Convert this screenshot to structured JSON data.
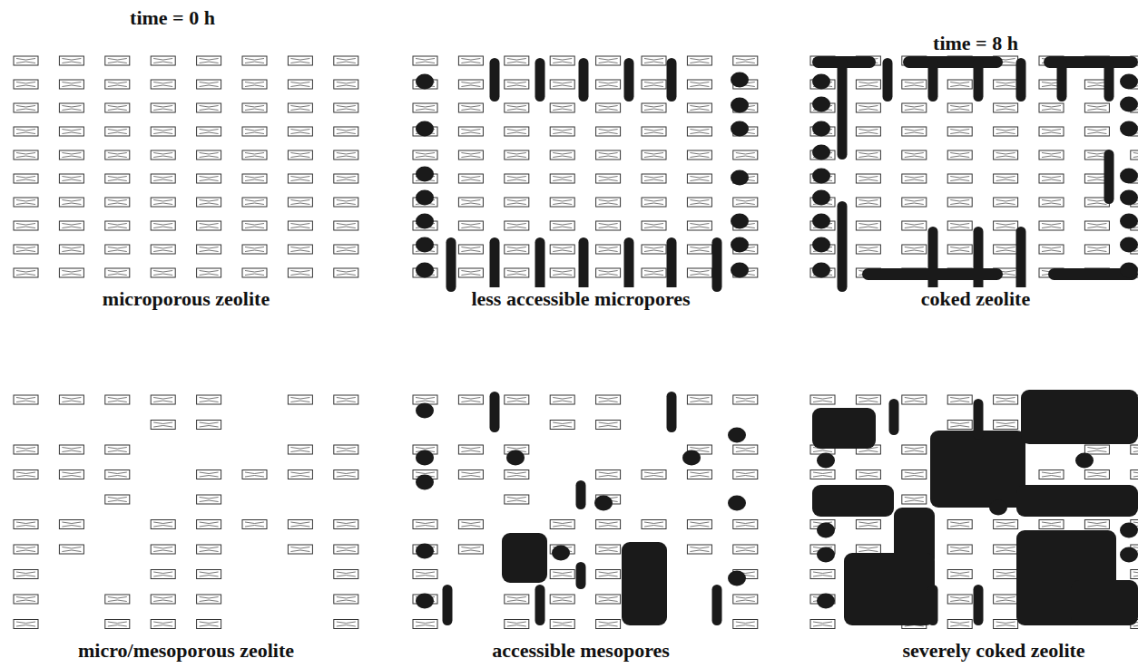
{
  "diagram": {
    "labels": [
      "time = 0 h",
      "time = 8 h",
      "microporous zeolite",
      "less accessible micropores",
      "coked zeolite",
      "micro/mesoporous zeolite",
      "accessible mesopores",
      "severely coked zeolite"
    ]
  }
}
